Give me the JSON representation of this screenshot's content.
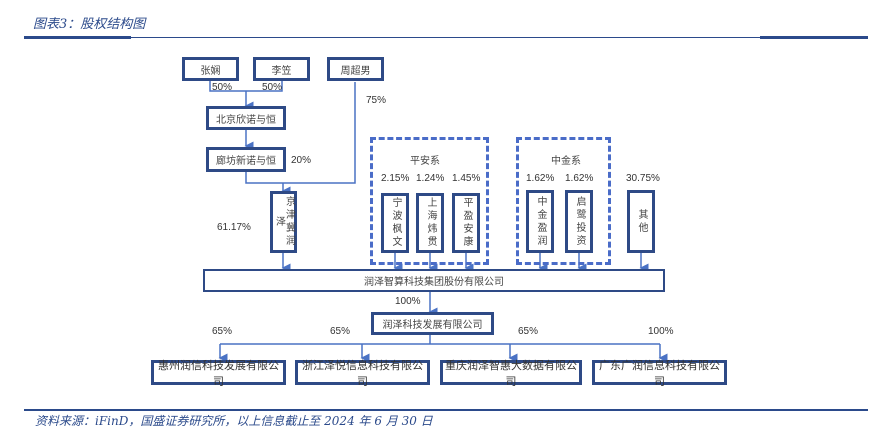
{
  "header": {
    "title": "图表3：股权结构图"
  },
  "footer": {
    "source": "资料来源：iFinD，国盛证券研究所，以上信息截止至 2024 年 6 月 30 日"
  },
  "diagram": {
    "top_holders": [
      {
        "name": "张娴",
        "pct": "50%"
      },
      {
        "name": "李笠",
        "pct": "50%"
      },
      {
        "name": "周超男",
        "pct": "75%"
      }
    ],
    "beijing": {
      "name": "北京欣诺与恒"
    },
    "langfang": {
      "name": "廊坊新诺与恒",
      "pct": "20%"
    },
    "jingjinji": {
      "name": "京津冀润泽",
      "pct": "61.17%"
    },
    "pingan_group": {
      "label": "平安系",
      "members": [
        {
          "name": "宁波枫文",
          "pct": "2.15%"
        },
        {
          "name": "上海炜贯",
          "pct": "1.24%"
        },
        {
          "name": "平盈安康",
          "pct": "1.45%"
        }
      ]
    },
    "zhongjin_group": {
      "label": "中金系",
      "members": [
        {
          "name": "中金盈润",
          "pct": "1.62%"
        },
        {
          "name": "启鹭投资",
          "pct": "1.62%"
        }
      ]
    },
    "others": {
      "name": "其他",
      "pct": "30.75%"
    },
    "group_company": {
      "name": "润泽智算科技集团股份有限公司"
    },
    "dev_company": {
      "name": "润泽科技发展有限公司",
      "pct": "100%"
    },
    "subsidiaries": [
      {
        "name": "惠州润信科技发展有限公司",
        "pct": "65%"
      },
      {
        "name": "浙江泽悦信息科技有限公司",
        "pct": "65%"
      },
      {
        "name": "重庆润泽智惠大数据有限公司",
        "pct": "65%"
      },
      {
        "name": "广东广润信息科技有限公司",
        "pct": "100%"
      }
    ],
    "colors": {
      "box_border": "#2e4a86",
      "line": "#4a72c4",
      "dash": "#4a6cc8",
      "rule": "#2b4a8b"
    }
  }
}
